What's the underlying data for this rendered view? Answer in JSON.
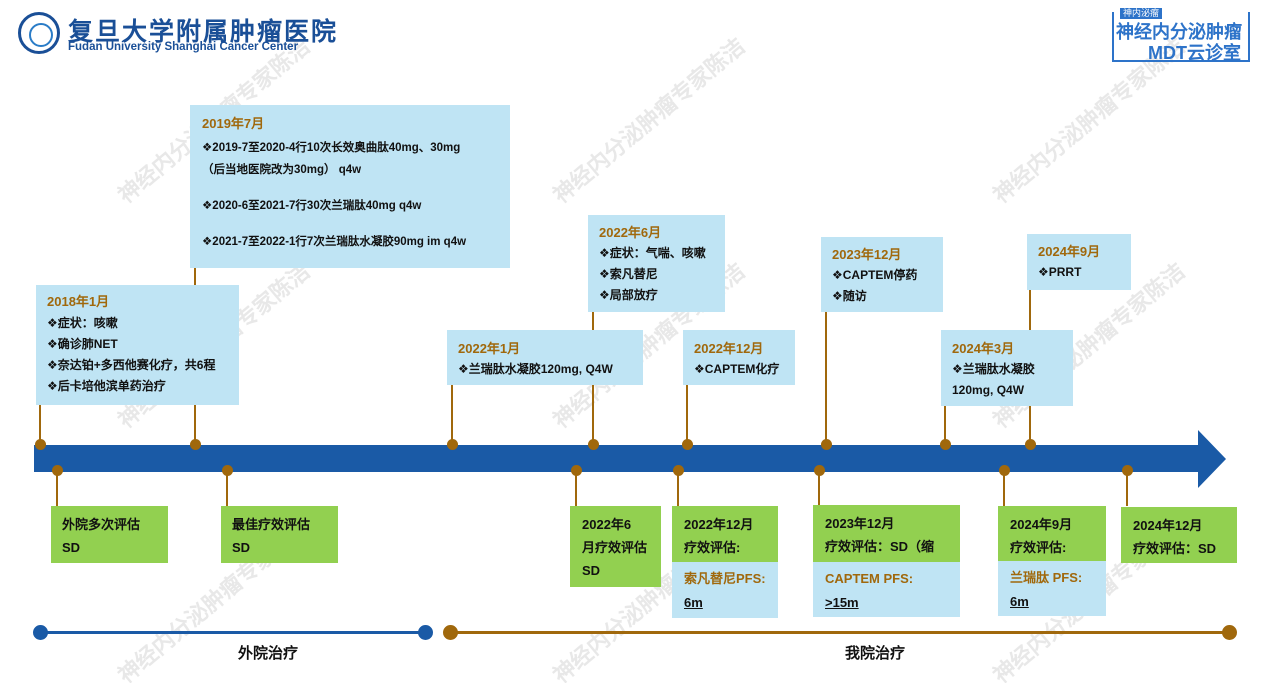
{
  "header": {
    "hospital_cn": "复旦大学附属肿瘤医院",
    "hospital_en": "Fudan University Shanghai Cancer Center",
    "brand_tag": "神内泌瘤",
    "brand_line1": "神经内分泌肿瘤",
    "brand_line2": "MDT云诊室"
  },
  "watermark": "神经内分泌肿瘤专家陈洁",
  "top_events": [
    {
      "year": "2018年1月",
      "lines": [
        "❖症状：咳嗽",
        "❖确诊肺NET",
        "❖奈达铂+多西他赛化疗，共6程",
        "❖后卡培他滨单药治疗"
      ]
    },
    {
      "year": "2019年7月",
      "lines": [
        "❖2019-7至2020-4行10次长效奥曲肽40mg、30mg",
        "（后当地医院改为30mg） q4w",
        "❖2020-6至2021-7行30次兰瑞肽40mg q4w",
        "❖2021-7至2022-1行7次兰瑞肽水凝胶90mg im q4w"
      ]
    },
    {
      "year": "2022年1月",
      "lines": [
        "❖兰瑞肽水凝胶120mg, Q4W"
      ]
    },
    {
      "year": "2022年6月",
      "lines": [
        "❖症状：气喘、咳嗽",
        "❖索凡替尼",
        "❖局部放疗"
      ]
    },
    {
      "year": "2022年12月",
      "lines": [
        "❖CAPTEM化疗"
      ]
    },
    {
      "year": "2023年12月",
      "lines": [
        "❖CAPTEM停药",
        "❖随访"
      ]
    },
    {
      "year": "2024年3月",
      "lines": [
        "❖兰瑞肽水凝胶",
        "120mg, Q4W"
      ]
    },
    {
      "year": "2024年9月",
      "lines": [
        "❖PRRT"
      ]
    }
  ],
  "bottom_events": [
    {
      "lines": [
        "外院多次评估",
        "SD"
      ]
    },
    {
      "lines": [
        "最佳疗效评估",
        "SD"
      ]
    },
    {
      "lines": [
        "2022年6",
        "月疗效评估",
        "SD"
      ]
    },
    {
      "lines": [
        "2022年12月",
        "疗效评估:"
      ],
      "pfs_label": "索凡替尼PFS:",
      "pfs_value": "6m"
    },
    {
      "lines": [
        "2023年12月",
        "疗效评估：SD（缩"
      ],
      "pfs_label": "CAPTEM PFS:",
      "pfs_value": ">15m"
    },
    {
      "lines": [
        "2024年9月",
        "疗效评估:"
      ],
      "pfs_label": "兰瑞肽 PFS:",
      "pfs_value": "6m"
    },
    {
      "lines": [
        "2024年12月",
        "疗效评估：SD"
      ]
    }
  ],
  "periods": {
    "external": "外院治疗",
    "internal": "我院治疗"
  },
  "colors": {
    "timeline_blue": "#1a5aa6",
    "accent_brown": "#a0680c",
    "box_light_blue": "#bfe4f4",
    "box_green": "#92d050"
  }
}
